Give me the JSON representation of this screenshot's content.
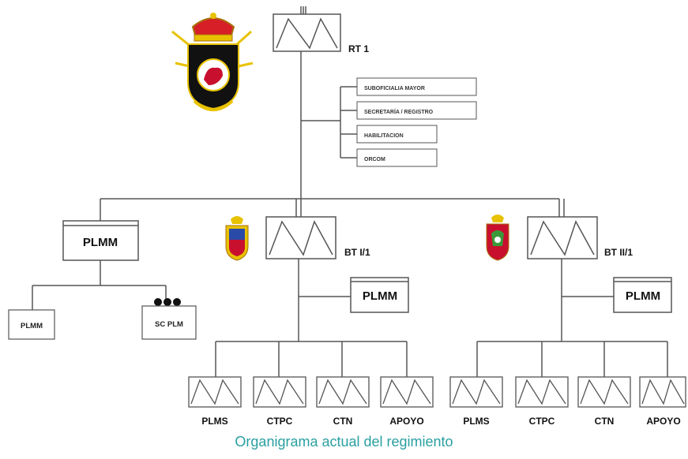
{
  "caption": "Organigrama actual del regimiento",
  "colors": {
    "line": "#555555",
    "caption": "#2a9fa1",
    "crest_red": "#c8102e",
    "crest_gold": "#e8c200"
  },
  "top_unit": {
    "label": "RT 1",
    "marker": "III"
  },
  "staff": [
    "SUBOFICIALIA MAYOR",
    "SECRETARÍA / REGISTRO",
    "HABILITACION",
    "ORCOM"
  ],
  "left_branch": {
    "hq": "PLMM",
    "children": [
      "PLMM",
      "SC PLM"
    ]
  },
  "battalion_1": {
    "label": "BT I/1",
    "hq": "PLMM",
    "companies": [
      "PLMS",
      "CTPC",
      "CTN",
      "APOYO"
    ]
  },
  "battalion_2": {
    "label": "BT II/1",
    "hq": "PLMM",
    "companies": [
      "PLMS",
      "CTPC",
      "CTN",
      "APOYO"
    ]
  }
}
